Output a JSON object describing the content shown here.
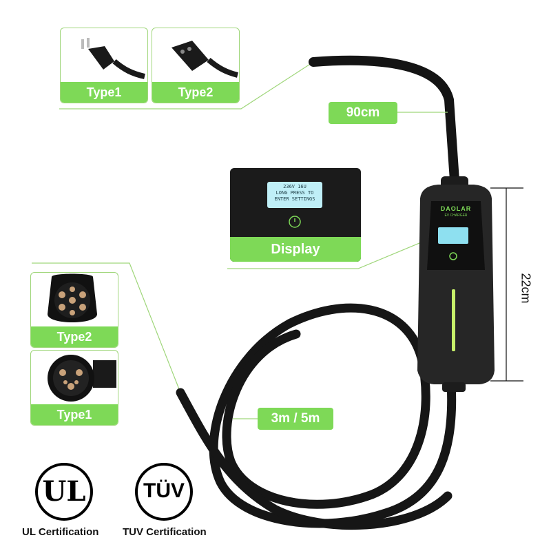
{
  "plug_labels": {
    "type1": "Type1",
    "type2": "Type2"
  },
  "connector_labels": {
    "type2": "Type2",
    "type1": "Type1"
  },
  "measurements": {
    "cable_top": "90cm",
    "cable_main": "3m / 5m",
    "height": "22cm"
  },
  "display": {
    "label": "Display",
    "screen_line1": "236V 16U",
    "screen_line2": "LONG PRESS TO",
    "screen_line3": "ENTER SETTINGS"
  },
  "charger": {
    "brand": "DAOLAR",
    "sub": "EV CHARGER"
  },
  "certifications": {
    "ul_mark": "UL",
    "ul_label": "UL Certification",
    "tuv_mark": "TÜV",
    "tuv_label": "TUV Certification"
  },
  "colors": {
    "accent": "#7ed957",
    "cable": "#1a1a1a",
    "line": "#9fd67a"
  }
}
